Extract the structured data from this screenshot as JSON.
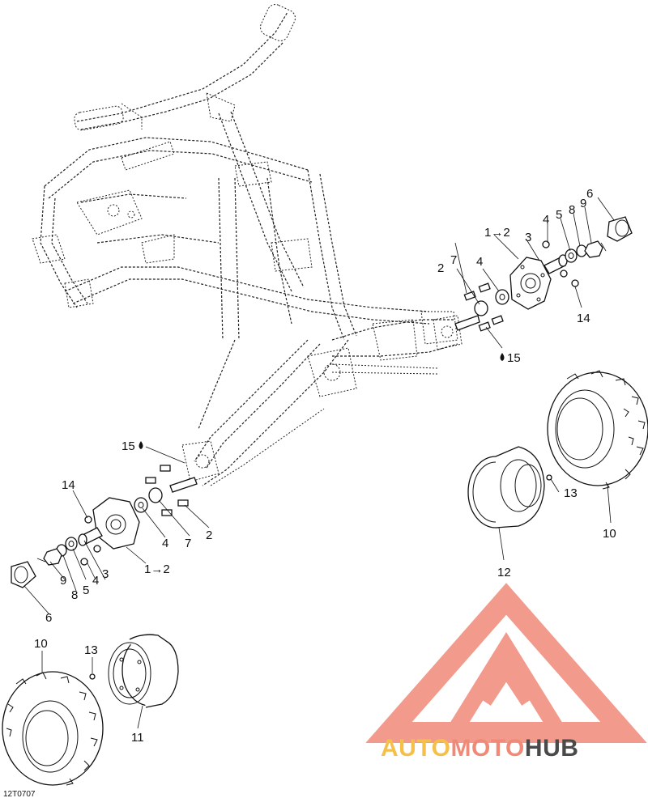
{
  "diagram": {
    "reference_code": "12T0707",
    "callouts": {
      "c1": "1→2",
      "c2": "2",
      "c3": "3",
      "c4": "4",
      "c5": "5",
      "c6": "6",
      "c7": "7",
      "c8": "8",
      "c9": "9",
      "c10": "10",
      "c11": "11",
      "c12": "12",
      "c13": "13",
      "c14": "14",
      "c15": "15"
    }
  },
  "watermark": {
    "part1": "AUTO",
    "part2": "MOTO",
    "part3": "HUB",
    "colors": {
      "auto": "#f5c04a",
      "moto": "#f08a78",
      "hub": "#4a4a4a",
      "logo": "#f08a78"
    }
  }
}
